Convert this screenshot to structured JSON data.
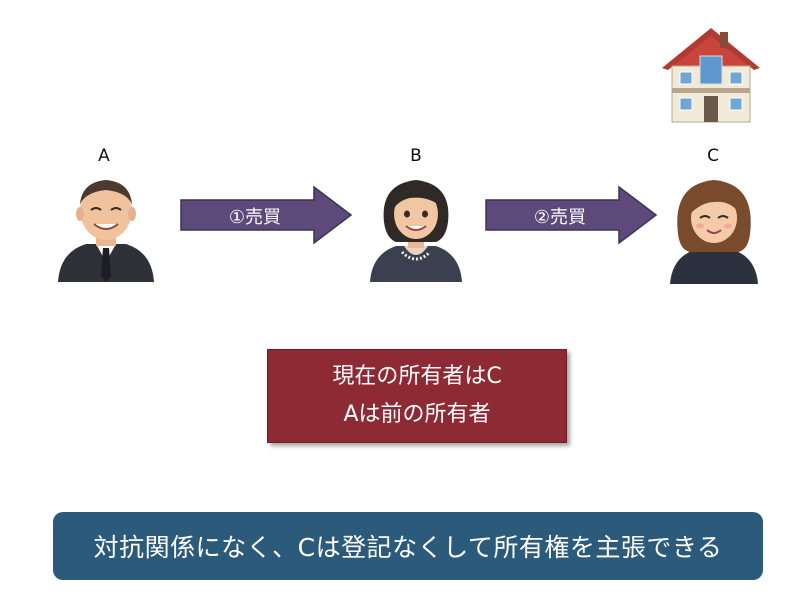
{
  "parties": {
    "a": {
      "label": "A"
    },
    "b": {
      "label": "B"
    },
    "c": {
      "label": "C"
    }
  },
  "transactions": {
    "first": "①売買",
    "second": "②売買"
  },
  "owner_box": {
    "line1": "現在の所有者はC",
    "line2": "Aは前の所有者"
  },
  "banner": {
    "text": "対抗関係になく、Cは登記なくして所有権を主張できる"
  },
  "colors": {
    "arrow": "#5e4a7a",
    "owner_box": "#8e2a34",
    "banner": "#2c5a7a"
  }
}
